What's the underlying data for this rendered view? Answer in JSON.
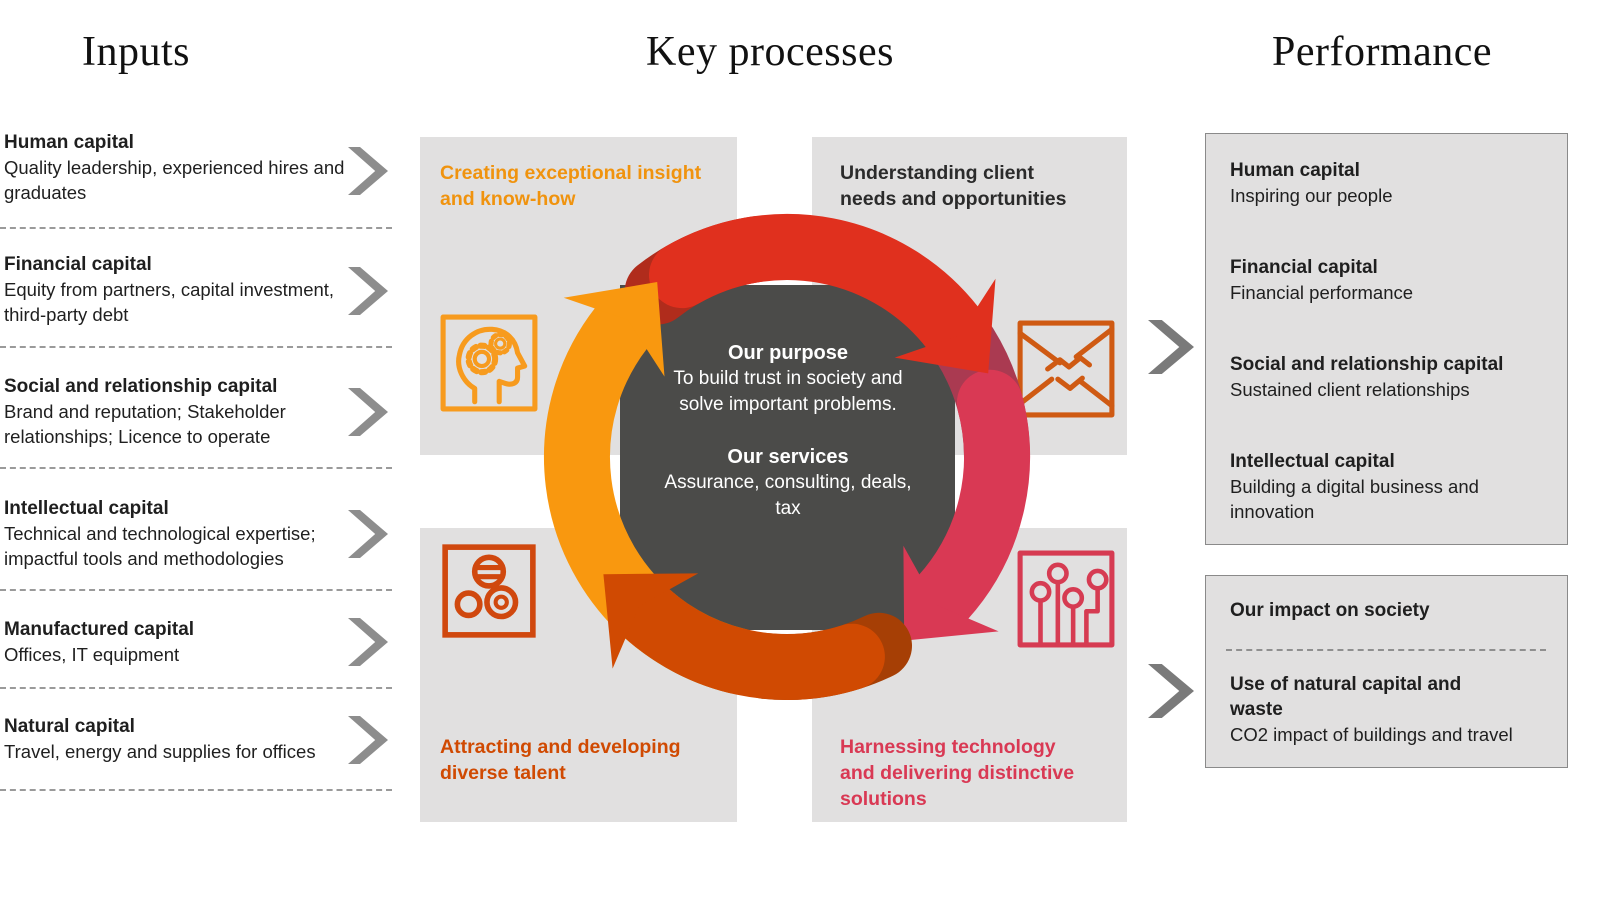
{
  "headers": {
    "inputs": "Inputs",
    "key_processes": "Key processes",
    "performance": "Performance"
  },
  "inputs": [
    {
      "title": "Human capital",
      "desc": "Quality leadership, experienced hires and graduates"
    },
    {
      "title": "Financial capital",
      "desc": "Equity from partners, capital investment, third-party debt"
    },
    {
      "title": "Social and relationship capital",
      "desc": "Brand and reputation; Stakeholder relationships; Licence to operate"
    },
    {
      "title": "Intellectual capital",
      "desc": "Technical and technological expertise; impactful tools and methodologies"
    },
    {
      "title": "Manufactured capital",
      "desc": "Offices, IT equipment"
    },
    {
      "title": "Natural capital",
      "desc": "Travel, energy and supplies for offices"
    }
  ],
  "processes": {
    "top_left": {
      "label": "Creating exceptional insight and know-how",
      "icon": "head-gears-icon",
      "color": "#f0930e"
    },
    "top_right": {
      "label": "Understanding client needs and opportunities",
      "icon": "handshake-icon",
      "color": "#2b2b2b"
    },
    "bottom_left": {
      "label": "Attracting and developing diverse talent",
      "icon": "diversity-circles-icon",
      "color": "#d04a02"
    },
    "bottom_right": {
      "label": "Harnessing technology and delivering distinctive solutions",
      "icon": "circuit-technology-icon",
      "color": "#d93954"
    }
  },
  "center": {
    "purpose_title": "Our purpose",
    "purpose_text": "To build trust in society and solve important problems.",
    "services_title": "Our services",
    "services_text": "Assurance, consulting, deals, tax"
  },
  "performance": {
    "capitals": [
      {
        "title": "Human capital",
        "desc": "Inspiring our people"
      },
      {
        "title": "Financial capital",
        "desc": "Financial performance"
      },
      {
        "title": "Social and relationship capital",
        "desc": "Sustained client relationships"
      },
      {
        "title": "Intellectual capital",
        "desc": "Building a digital business and innovation"
      }
    ],
    "society": {
      "impact_title": "Our impact on society",
      "natural_title": "Use of natural capital  and waste",
      "natural_desc": "CO2 impact of buildings and travel"
    }
  },
  "colors": {
    "arrow_orange": "#f9980f",
    "arrow_orange_dark": "#bf7e10",
    "arrow_red": "#e0301e",
    "arrow_red_dark": "#b02c1c",
    "arrow_pink": "#d93954",
    "arrow_pink_dark": "#aa3a51",
    "arrow_rust": "#d04a02",
    "arrow_rust_dark": "#a63f05",
    "center_square": "#4b4b49",
    "process_box": "#e1e0e0",
    "chevron_gray": "#8d8d8d"
  }
}
